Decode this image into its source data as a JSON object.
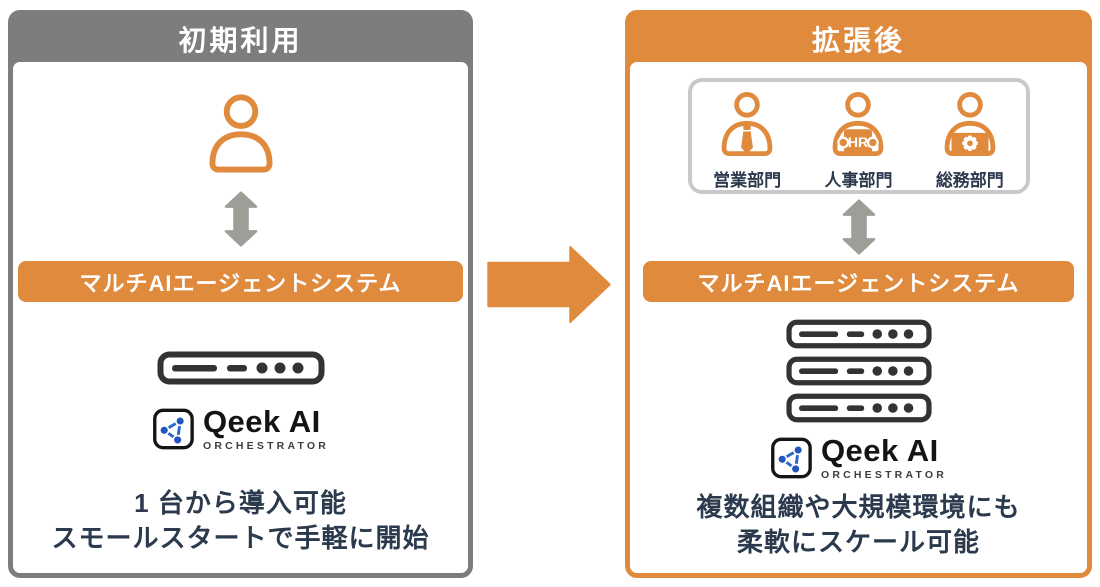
{
  "colors": {
    "accent_orange": "#E08A3D",
    "header_gray": "#7D7D7D",
    "arrow_gray": "#9E9E99",
    "text_navy": "#2C3A4E",
    "logo_blue": "#2A66D0",
    "logo_node_blue": "#2155C0",
    "server_dark": "#333333",
    "container_border_gray": "#C9C9C9"
  },
  "panels": {
    "initial": {
      "title": "初期利用",
      "system_bar_label": "マルチAIエージェントシステム",
      "caption_line1": "1 台から導入可能",
      "caption_line2": "スモールスタートで手軽に開始"
    },
    "expanded": {
      "title": "拡張後",
      "departments": [
        {
          "label": "営業部門"
        },
        {
          "label": "人事部門",
          "badge": "HR"
        },
        {
          "label": "総務部門"
        }
      ],
      "system_bar_label": "マルチAIエージェントシステム",
      "caption_line1": "複数組織や大規模環境にも",
      "caption_line2": "柔軟にスケール可能"
    }
  },
  "logo": {
    "name": "Qeek AI",
    "subtitle": "ORCHESTRATOR"
  }
}
